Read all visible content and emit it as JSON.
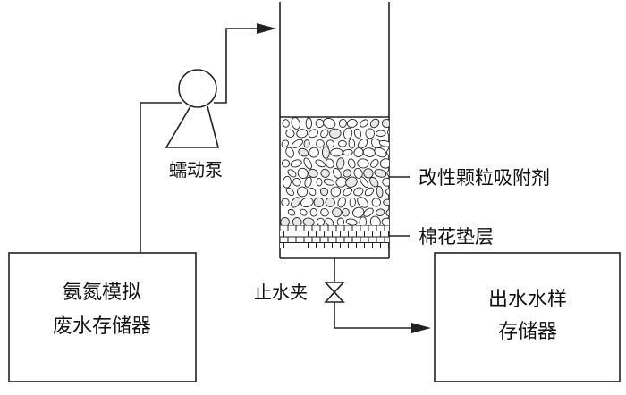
{
  "labels": {
    "pump": "蠕动泵",
    "adsorbent": "改性颗粒吸附剂",
    "cotton": "棉花垫层",
    "clamp": "止水夹",
    "source_line1": "氨氮模拟",
    "source_line2": "废水存储器",
    "outlet_line1": "出水水样",
    "outlet_line2": "存储器"
  },
  "colors": {
    "stroke": "#222222",
    "text": "#111111",
    "background": "#ffffff"
  },
  "icons": [
    "peristaltic-pump-icon",
    "pinch-valve-icon",
    "flow-arrow-icon"
  ]
}
